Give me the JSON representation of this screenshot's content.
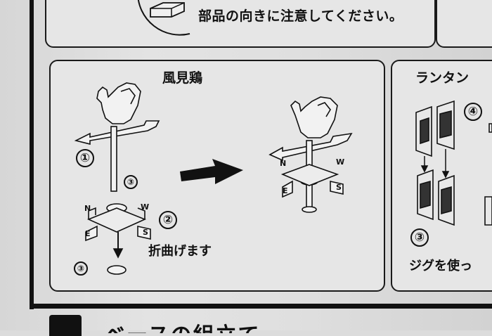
{
  "notice": "部品の向きに注意してください。",
  "weathervane": {
    "title": "風見鶏",
    "step1": "①",
    "step2": "②",
    "step3a": "③",
    "step3b": "③",
    "bend_label": "折曲げます"
  },
  "lantern": {
    "title": "ランタン",
    "step4": "④",
    "step3": "③",
    "jig_label": "ジグを使っ"
  },
  "footer": {
    "text": "ベースの組立て"
  },
  "compass_letters": [
    "N",
    "W",
    "E",
    "S"
  ],
  "icons": [
    "rooster-vane-icon",
    "arrow-right-icon",
    "arrow-down-icon",
    "wood-block-icon",
    "lantern-panel-icon"
  ]
}
